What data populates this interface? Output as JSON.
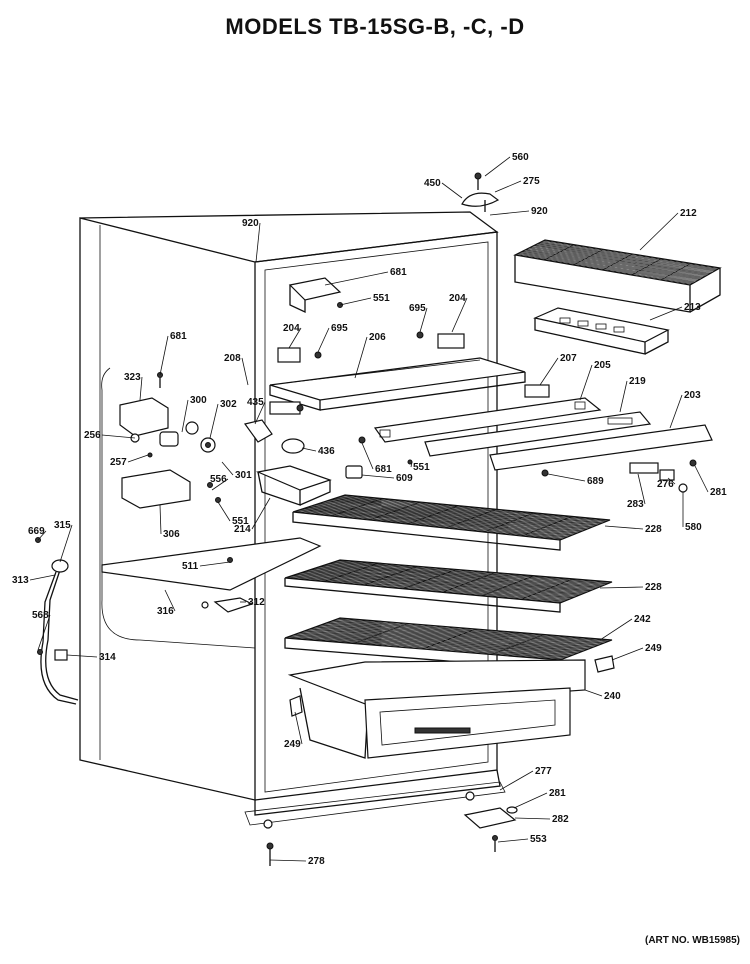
{
  "title": "MODELS TB-15SG-B, -C, -D",
  "art_number": "(ART NO. WB15985)",
  "callouts": [
    "560",
    "450",
    "275",
    "920",
    "920",
    "212",
    "681",
    "551",
    "695",
    "204",
    "204",
    "695",
    "206",
    "213",
    "681",
    "208",
    "207",
    "205",
    "219",
    "203",
    "323",
    "300",
    "302",
    "435",
    "256",
    "257",
    "556",
    "301",
    "436",
    "681",
    "551",
    "609",
    "689",
    "283",
    "276",
    "281",
    "580",
    "306",
    "551",
    "214",
    "228",
    "669",
    "315",
    "511",
    "228",
    "313",
    "316",
    "312",
    "568",
    "242",
    "314",
    "249",
    "240",
    "249",
    "277",
    "281",
    "282",
    "553",
    "278"
  ]
}
